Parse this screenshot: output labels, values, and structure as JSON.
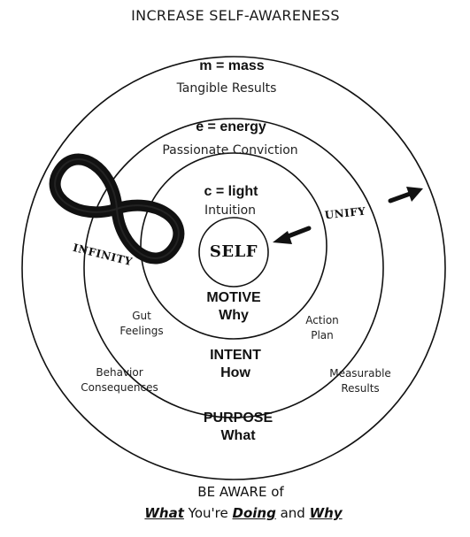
{
  "title": "INCREASE SELF-AWARENESS",
  "rings": {
    "outer": {
      "label": "m = mass",
      "sublabel": "Tangible Results"
    },
    "middle": {
      "label": "e = energy",
      "sublabel": "Passionate Conviction"
    },
    "inner": {
      "label": "c = light",
      "sublabel": "Intuition"
    },
    "center": {
      "label": "SELF"
    }
  },
  "arc_labels": {
    "left": "INFINITY",
    "right": "UNIFY"
  },
  "core_items": [
    {
      "line1": "MOTIVE",
      "line2": "Why"
    },
    {
      "line1": "INTENT",
      "line2": "How"
    },
    {
      "line1": "PURPOSE",
      "line2": "What"
    }
  ],
  "side_notes": {
    "gut": [
      "Gut",
      "Feelings"
    ],
    "action": [
      "Action",
      "Plan"
    ],
    "behavior": [
      "Behavior",
      "Consequences"
    ],
    "measurable": [
      "Measurable",
      "Results"
    ]
  },
  "footer": {
    "line1": "BE AWARE of",
    "w1": "What",
    "w2": " You're ",
    "w3": "Doing",
    "w4": " and ",
    "w5": "Why"
  },
  "icons": [
    "infinity-icon",
    "arrow-right-icon",
    "arrow-left-icon"
  ]
}
